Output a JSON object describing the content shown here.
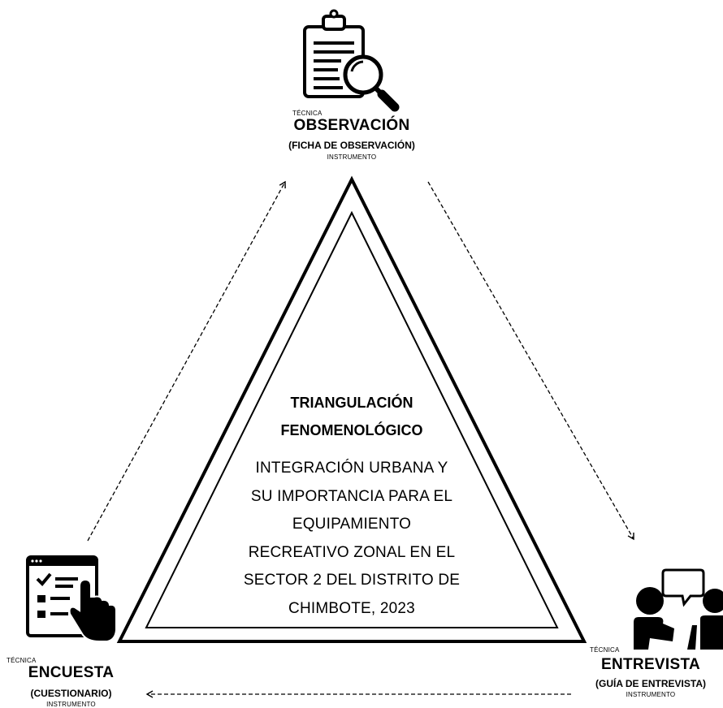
{
  "center": {
    "heading_line1": "TRIANGULACIÓN",
    "heading_line2": "FENOMENOLÓGICO",
    "body_lines": [
      "INTEGRACIÓN URBANA Y",
      "SU IMPORTANCIA PARA EL",
      "EQUIPAMIENTO",
      "RECREATIVO ZONAL EN EL",
      "SECTOR 2 DEL DISTRITO DE",
      "CHIMBOTE, 2023"
    ]
  },
  "nodes": {
    "observacion": {
      "tecnica_label": "TÉCNICA",
      "title": "OBSERVACIÓN",
      "instrument": "(FICHA DE OBSERVACIÓN)",
      "instrumento_label": "INSTRUMENTO",
      "icon": "clipboard-magnifier-icon"
    },
    "encuesta": {
      "tecnica_label": "TÉCNICA",
      "title": "ENCUESTA",
      "instrument": "(CUESTIONARIO)",
      "instrumento_label": "INSTRUMENTO",
      "icon": "survey-checklist-icon"
    },
    "entrevista": {
      "tecnica_label": "TÉCNICA",
      "title": "ENTREVISTA",
      "instrument": "(GUÍA DE ENTREVISTA)",
      "instrumento_label": "INSTRUMENTO",
      "icon": "interview-people-icon"
    }
  },
  "colors": {
    "ink": "#000000",
    "background": "#ffffff"
  }
}
